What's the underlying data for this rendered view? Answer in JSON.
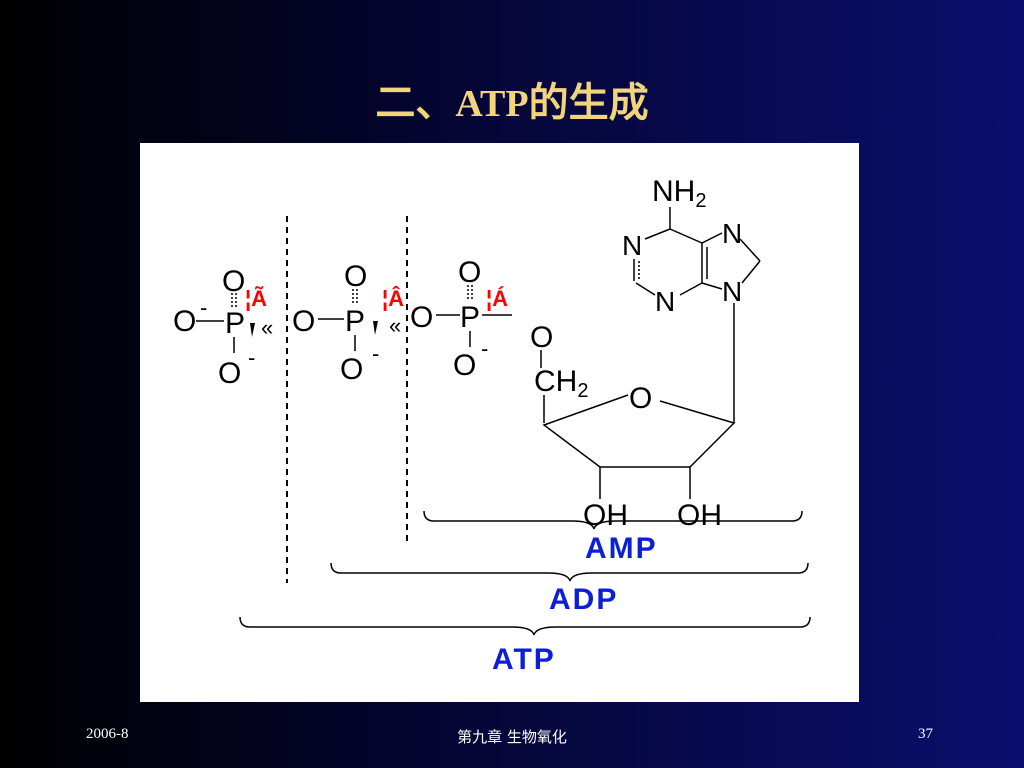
{
  "slide": {
    "title_prefix": "二、",
    "title_latin": "ATP",
    "title_suffix": "的生成"
  },
  "diagram": {
    "atoms": {
      "phos_left": {
        "o_top": "O",
        "o_left": "O",
        "p": "P",
        "o_bottom": "O",
        "charge_top": "-",
        "charge_bottom": "-",
        "link_char": "«"
      },
      "phos_mid": {
        "o_top": "O",
        "o_left": "O",
        "p": "P",
        "o_bottom": "O",
        "charge_bottom": "-",
        "link_char": "«"
      },
      "phos_right": {
        "o_top": "O",
        "o_left": "O",
        "p": "P",
        "o_bottom": "O",
        "charge_bottom": "-"
      },
      "ribose": {
        "o_link": "O",
        "ch2": "CH",
        "ch2_sub": "2",
        "ring_o": "O",
        "oh_left": "OH",
        "oh_right": "OH"
      },
      "adenine": {
        "nh2": "NH",
        "nh2_sub": "2",
        "n1": "N",
        "n3": "N",
        "n7": "N",
        "n9": "N"
      }
    },
    "garbled_labels": {
      "left": "¦Ã",
      "mid": "¦Â",
      "right": "¦Á"
    },
    "brackets": {
      "amp": "AMP",
      "adp": "ADP",
      "atp": "ATP"
    }
  },
  "footer": {
    "date": "2006-8",
    "chapter": "第九章  生物氧化",
    "page": "37"
  }
}
